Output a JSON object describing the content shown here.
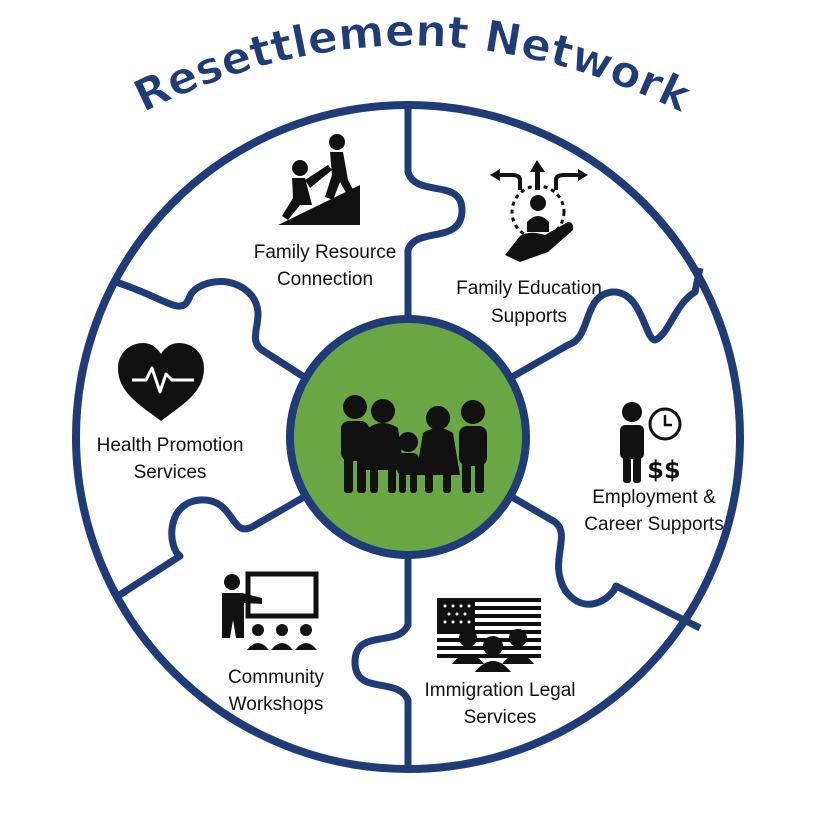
{
  "title": "Resettlement Network",
  "colors": {
    "ring": "#1f3c78",
    "title": "#1f3c78",
    "hub_fill": "#6aa744",
    "icon": "#111111"
  },
  "hub": {
    "icon": "family-group-icon"
  },
  "pieces": [
    {
      "icon": "climbing-help-icon",
      "line1": "Family Resource",
      "line2": "Connection"
    },
    {
      "icon": "hand-person-arrows-icon",
      "line1": "Family Education",
      "line2": "Supports"
    },
    {
      "icon": "person-clock-dollar-icon",
      "line1": "Employment &",
      "line2": "Career Supports"
    },
    {
      "icon": "flag-people-icon",
      "line1": "Immigration Legal",
      "line2": "Services"
    },
    {
      "icon": "presentation-board-icon",
      "line1": "Community",
      "line2": "Workshops"
    },
    {
      "icon": "heart-pulse-icon",
      "line1": "Health Promotion",
      "line2": "Services"
    }
  ]
}
